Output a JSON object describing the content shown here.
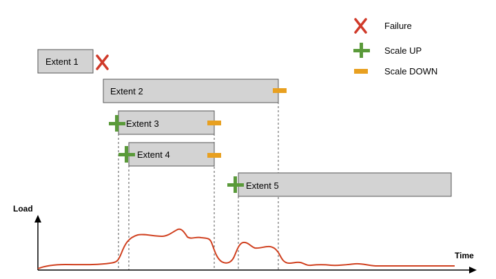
{
  "legend": {
    "failure": "Failure",
    "scale_up": "Scale UP",
    "scale_down": "Scale DOWN"
  },
  "extents": [
    {
      "label": "Extent 1"
    },
    {
      "label": "Extent 2"
    },
    {
      "label": "Extent 3"
    },
    {
      "label": "Extent 4"
    },
    {
      "label": "Extent 5"
    }
  ],
  "axes": {
    "y_label": "Load",
    "x_label": "Time"
  },
  "colors": {
    "bar_fill": "#d3d3d3",
    "bar_stroke": "#555555",
    "failure": "#d03a2a",
    "scale_up": "#5a9a3a",
    "scale_down": "#e8a020",
    "load_line": "#d0401f"
  }
}
